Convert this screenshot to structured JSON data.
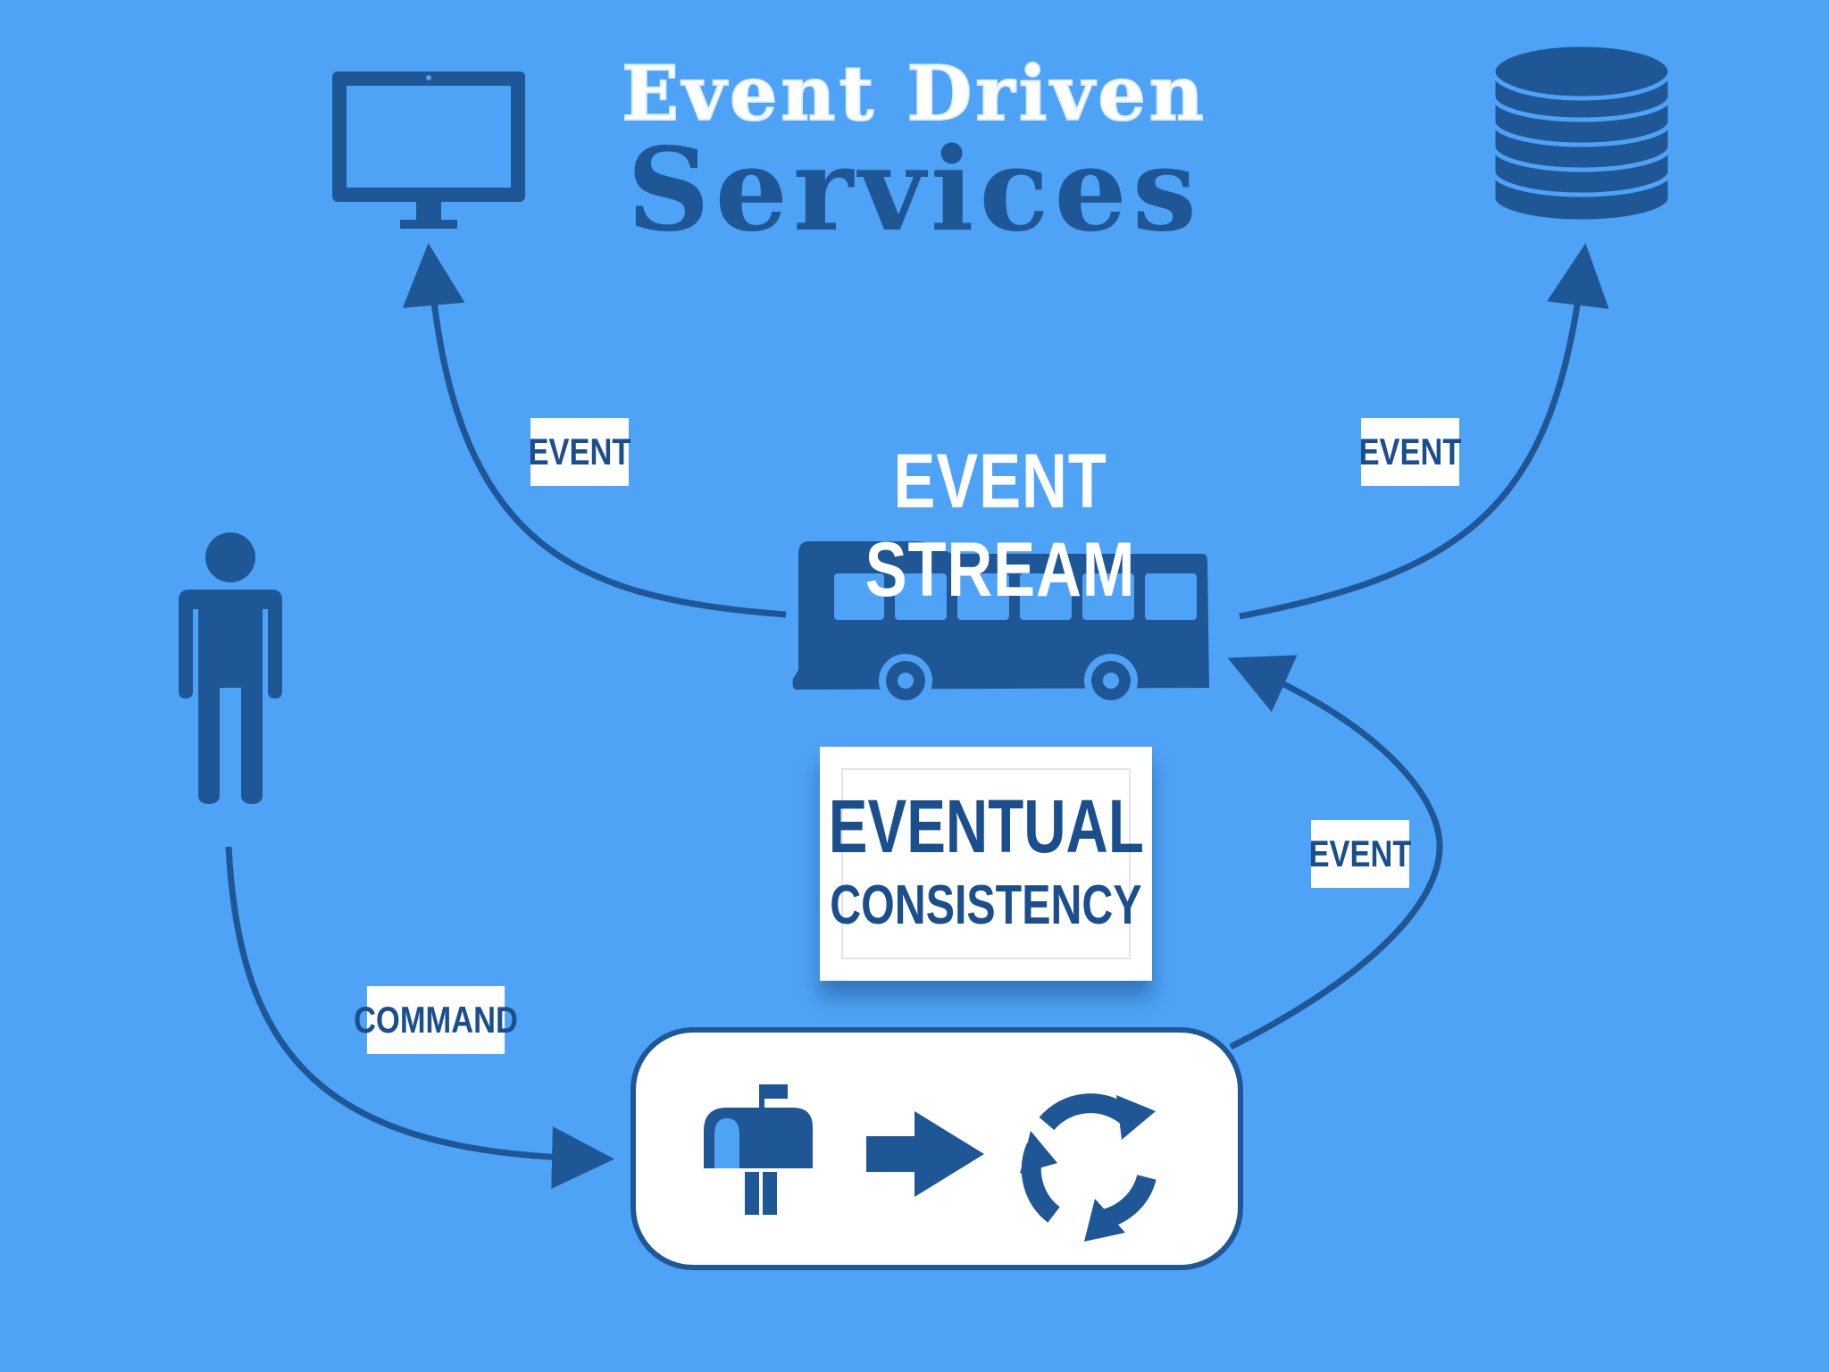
{
  "title": {
    "line1": "Event Driven",
    "line2": "Services"
  },
  "labels": {
    "event_left": "EVENT",
    "event_right": "EVENT",
    "event_lower": "EVENT",
    "command": "COMMAND",
    "event_stream": "EVENT STREAM",
    "eventual": "EVENTUAL",
    "consistency": "CONSISTENCY"
  },
  "icons": {
    "monitor": "monitor-icon",
    "database": "database-icon",
    "person": "person-icon",
    "bus": "bus-icon",
    "mailbox": "mailbox-icon",
    "arrow": "right-arrow-icon",
    "cycle": "cycle-arrows-icon"
  },
  "colors": {
    "background": "#4fa3f6",
    "primary": "#1f5696",
    "white": "#ffffff"
  }
}
